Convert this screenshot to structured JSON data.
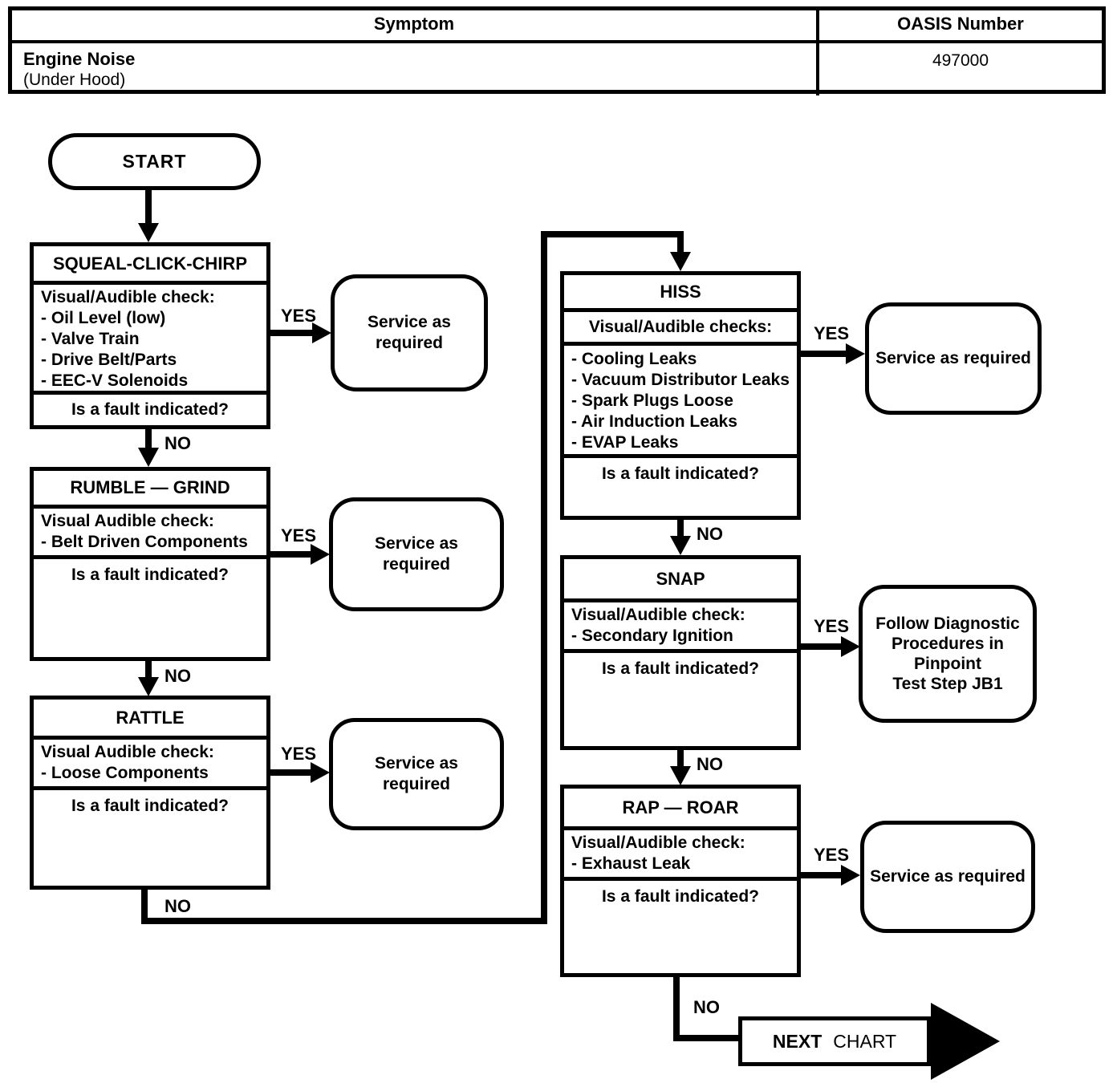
{
  "table": {
    "headers": {
      "symptom": "Symptom",
      "oasis": "OASIS Number"
    },
    "row": {
      "symptom_line1": "Engine Noise",
      "symptom_line2": "(Under Hood)",
      "oasis_value": "497000"
    }
  },
  "flowchart": {
    "start_label": "START",
    "labels": {
      "yes": "YES",
      "no": "NO"
    },
    "nodes": {
      "squeal": {
        "title": "SQUEAL-CLICK-CHIRP",
        "check_header": "Visual/Audible check:",
        "items": [
          "- Oil Level (low)",
          "- Valve Train",
          "- Drive Belt/Parts",
          "- EEC-V Solenoids"
        ],
        "question": "Is a fault indicated?"
      },
      "rumble": {
        "title": "RUMBLE — GRIND",
        "check_header": "Visual Audible check:",
        "items": [
          "- Belt Driven Components"
        ],
        "question": "Is a fault indicated?"
      },
      "rattle": {
        "title": "RATTLE",
        "check_header": "Visual Audible check:",
        "items": [
          "- Loose Components"
        ],
        "question": "Is a fault indicated?"
      },
      "hiss": {
        "title": "HISS",
        "check_header": "Visual/Audible checks:",
        "items": [
          "- Cooling Leaks",
          "- Vacuum Distributor Leaks",
          "- Spark Plugs Loose",
          "- Air Induction Leaks",
          "- EVAP Leaks"
        ],
        "question": "Is a fault indicated?"
      },
      "snap": {
        "title": "SNAP",
        "check_header": "Visual/Audible check:",
        "items": [
          "- Secondary Ignition"
        ],
        "question": "Is a fault indicated?"
      },
      "rap": {
        "title": "RAP — ROAR",
        "check_header": "Visual/Audible check:",
        "items": [
          "- Exhaust Leak"
        ],
        "question": "Is a fault indicated?"
      }
    },
    "terminals": {
      "service_squeal": {
        "line1": "Service as",
        "line2": "required"
      },
      "service_rumble": {
        "line1": "Service as",
        "line2": "required"
      },
      "service_rattle": {
        "line1": "Service as",
        "line2": "required"
      },
      "service_hiss": "Service as required",
      "follow_jb1": [
        "Follow Diagnostic",
        "Procedures in",
        "Pinpoint",
        "Test Step JB1"
      ],
      "service_rap": "Service as required",
      "next_chart": {
        "word1": "NEXT",
        "word2": "CHART"
      }
    },
    "colors": {
      "line": "#000000",
      "background": "#ffffff"
    }
  }
}
